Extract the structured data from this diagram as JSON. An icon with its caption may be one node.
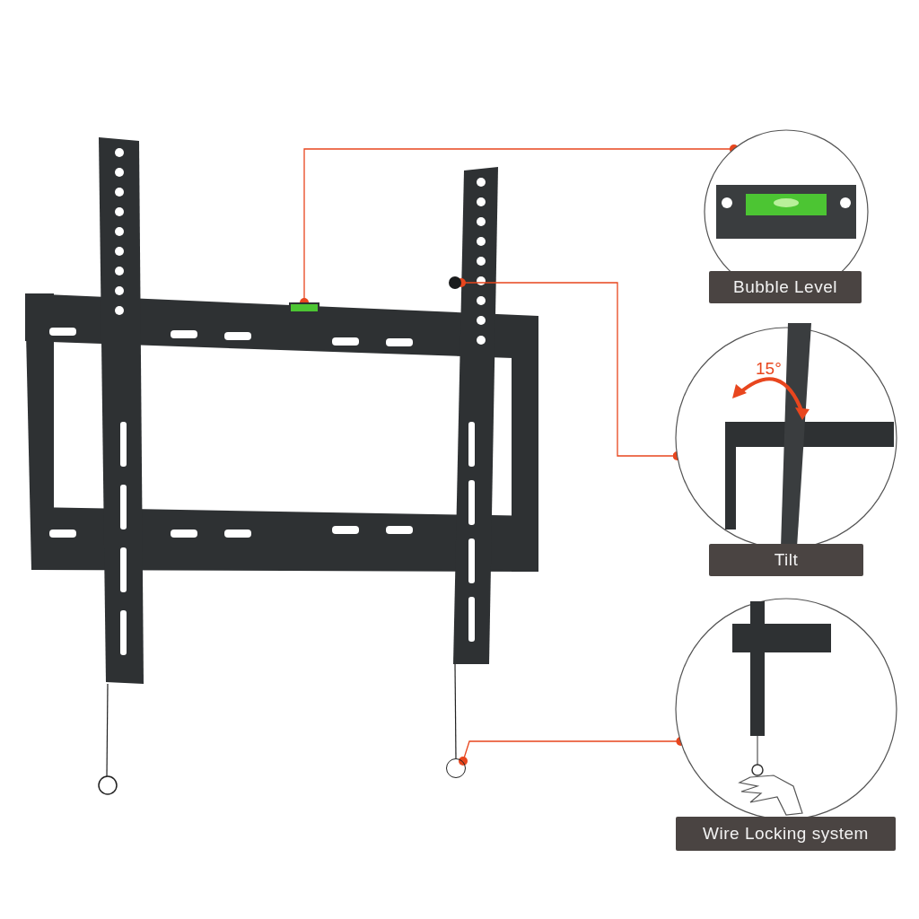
{
  "diagram": {
    "nodes": [
      {
        "text": [
          "Bubble Level"
        ]
      },
      {
        "text": [
          "Tilt"
        ]
      },
      {
        "text": [
          "Wire Locking system"
        ]
      },
      {
        "text": [],
        "shape": "box"
      },
      {
        "text": [],
        "shape": "circle"
      },
      {
        "text": [],
        "shape": "circle"
      }
    ],
    "edges": [
      {
        "from": 3,
        "to": 0,
        "arrow": "other"
      },
      {
        "from": 4,
        "to": 1,
        "arrow": "other"
      },
      {
        "from": 5,
        "to": 2,
        "arrow": "other"
      }
    ],
    "labels": [
      "15°"
    ]
  }
}
